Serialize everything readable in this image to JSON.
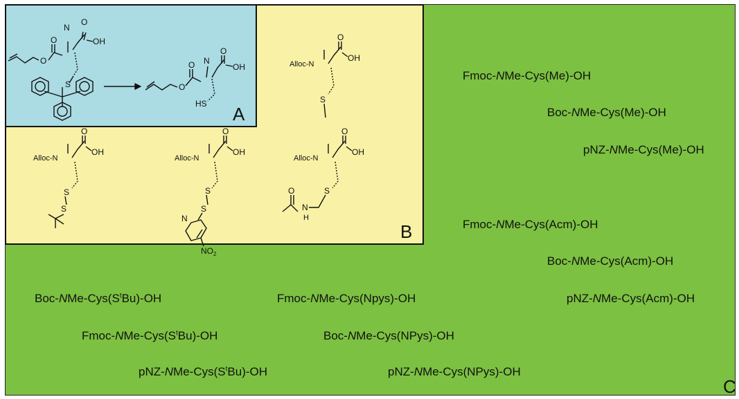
{
  "panels": {
    "a": {
      "letter": "A"
    },
    "b": {
      "letter": "B"
    },
    "c": {
      "letter": "C"
    }
  },
  "atoms": {
    "o": "O",
    "oh": "OH",
    "n": "N",
    "s": "S",
    "hs": "HS",
    "h": "H",
    "alloc_n": "Alloc-N",
    "no2": "NO",
    "no2_sub": "2"
  },
  "compounds": [
    {
      "prefix": "Fmoc-",
      "nme": "N",
      "rest": "Me-Cys(Me)-OH"
    },
    {
      "prefix": "Boc-",
      "nme": "N",
      "rest": "Me-Cys(Me)-OH"
    },
    {
      "prefix": "pNZ-",
      "nme": "N",
      "rest": "Me-Cys(Me)-OH"
    },
    {
      "prefix": "Fmoc-",
      "nme": "N",
      "rest": "Me-Cys(Acm)-OH"
    },
    {
      "prefix": "Boc-",
      "nme": "N",
      "rest": "Me-Cys(Acm)-OH"
    },
    {
      "prefix": "pNZ-",
      "nme": "N",
      "rest": "Me-Cys(Acm)-OH"
    },
    {
      "prefix": "Boc-",
      "nme": "N",
      "rest": "Me-Cys(S",
      "sup": "t",
      "tail": "Bu)-OH"
    },
    {
      "prefix": "Fmoc-",
      "nme": "N",
      "rest": "Me-Cys(S",
      "sup": "t",
      "tail": "Bu)-OH"
    },
    {
      "prefix": "pNZ-",
      "nme": "N",
      "rest": "Me-Cys(S",
      "sup": "t",
      "tail": "Bu)-OH"
    },
    {
      "prefix": "Fmoc-",
      "nme": "N",
      "rest": "Me-Cys(Npys)-OH"
    },
    {
      "prefix": "Boc-",
      "nme": "N",
      "rest": "Me-Cys(NPys)-OH"
    },
    {
      "prefix": "pNZ-",
      "nme": "N",
      "rest": "Me-Cys(NPys)-OH"
    }
  ]
}
